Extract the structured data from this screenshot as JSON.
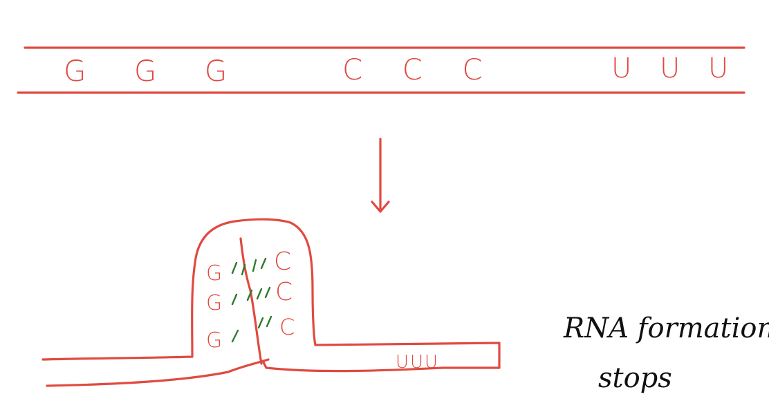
{
  "colors": {
    "strand": "#e04a40",
    "pairing": "#2f7a2a",
    "note": "#111111"
  },
  "top_strand": {
    "groups": [
      {
        "bases": "G G G"
      },
      {
        "bases": "C C C"
      },
      {
        "bases": "U U U"
      }
    ]
  },
  "arrow": {
    "icon": "arrow-down-icon"
  },
  "hairpin": {
    "left_bases": [
      "G",
      "G",
      "G"
    ],
    "right_bases": [
      "C",
      "C",
      "C"
    ],
    "tail_bases": "UUU"
  },
  "note": {
    "line1": "RNA formation",
    "line2": "stops"
  }
}
